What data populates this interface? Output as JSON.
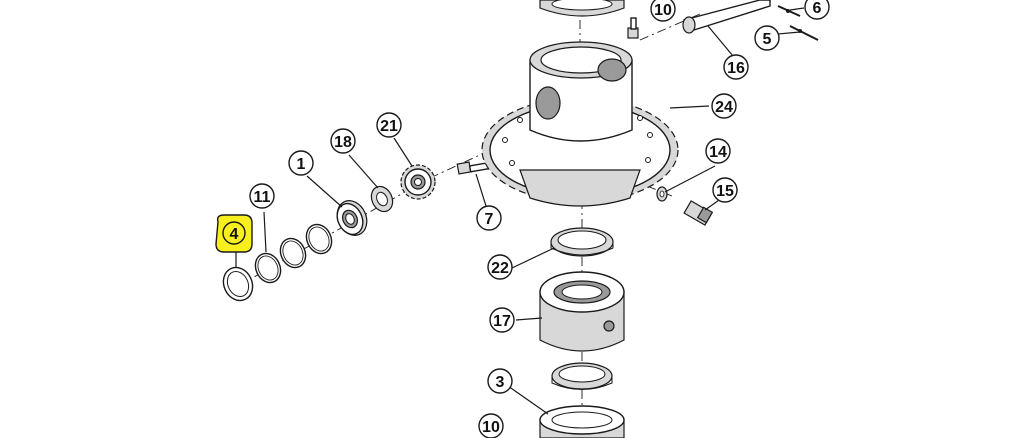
{
  "highlight_color": "#f7ef1e",
  "callouts": {
    "c1": "1",
    "c3": "3",
    "c4": "4",
    "c5": "5",
    "c6": "6",
    "c7": "7",
    "c10_top": "10",
    "c10_bottom": "10",
    "c11": "11",
    "c14": "14",
    "c15": "15",
    "c16": "16",
    "c17": "17",
    "c18": "18",
    "c21": "21",
    "c22": "22",
    "c24": "24"
  },
  "highlighted_callout": "4"
}
